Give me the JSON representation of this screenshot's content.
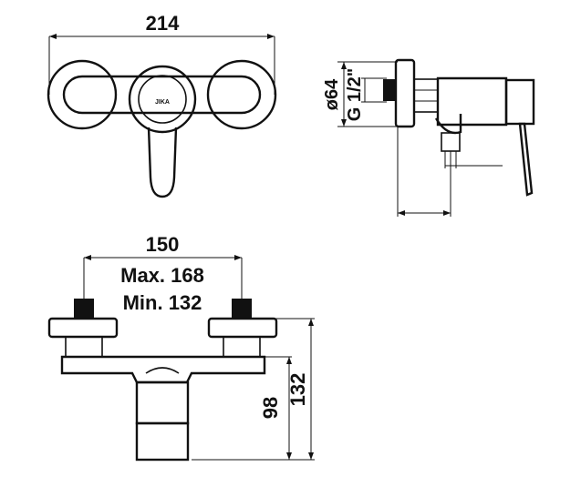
{
  "brand": {
    "logo_text": "JIKA"
  },
  "front_view": {
    "width_dimension": "214"
  },
  "side_view": {
    "diameter_dimension": "ø64",
    "thread_dimension": "G 1/2\""
  },
  "bottom_view": {
    "center_distance": "150",
    "max_label": "Max. 168",
    "min_label": "Min. 132",
    "height_inner": "98",
    "height_outer": "132"
  },
  "colors": {
    "line": "#111111",
    "background": "#ffffff"
  }
}
